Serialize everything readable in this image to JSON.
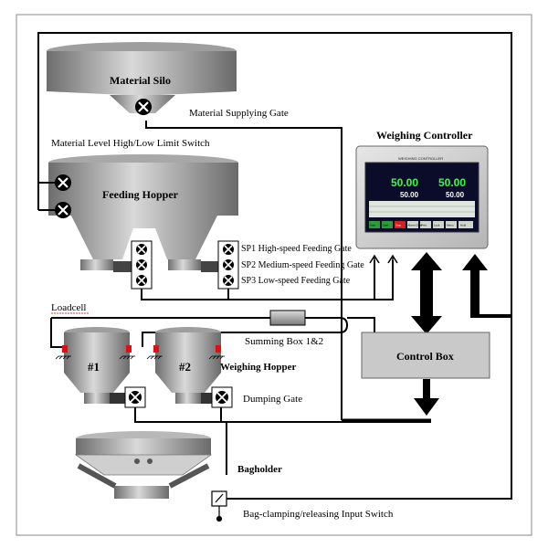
{
  "labels": {
    "material_silo": "Material Silo",
    "material_supplying_gate": "Material Supplying Gate",
    "level_switch": "Material Level High/Low Limit Switch",
    "feeding_hopper": "Feeding Hopper",
    "sp1": "SP1 High-speed Feeding Gate",
    "sp2": "SP2 Medium-speed Feeding Gate",
    "sp3": "SP3 Low-speed Feeding Gate",
    "loadcell": "Loadcell",
    "summing_box": "Summing Box 1&2",
    "hopper1": "#1",
    "hopper2": "#2",
    "weighing_hopper": "Weighing Hopper",
    "dumping_gate": "Dumping Gate",
    "bagholder": "Bagholder",
    "bag_switch": "Bag-clamping/releasing Input Switch",
    "weighing_controller": "Weighing Controller",
    "control_box": "Control Box"
  },
  "controller_screen": {
    "header": "WEIGHING CONTROLLER",
    "value_left_big": "50.00",
    "value_left_small": "50.00",
    "value_right_big": "50.00",
    "value_right_small": "50.00",
    "buttons": [
      "Auto",
      "Start",
      "Stop",
      "Alarm Clear",
      "Print",
      "Lock",
      "Menu",
      "Hold"
    ]
  },
  "colors": {
    "screen_bg": "#0b0b2a",
    "digit_green": "#33ff44",
    "button_green": "#2e9b3a",
    "button_red": "#d42020",
    "loadcell_red": "#e01010"
  }
}
